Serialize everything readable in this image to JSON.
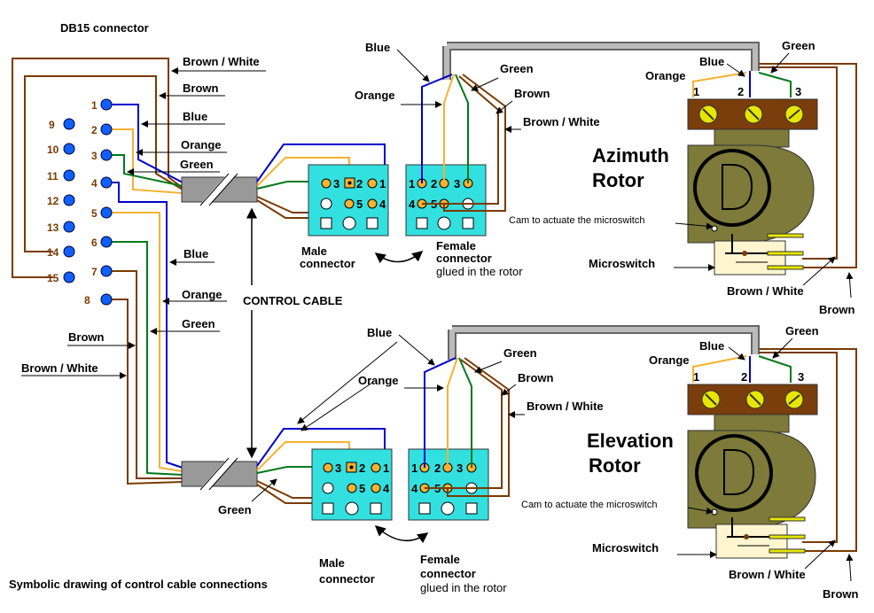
{
  "title": "DB15 connector",
  "caption": "Symbolic drawing of control cable connections",
  "control_cable_label": "CONTROL CABLE",
  "db15_pins": [
    "1",
    "2",
    "3",
    "4",
    "5",
    "6",
    "7",
    "8",
    "9",
    "10",
    "11",
    "12",
    "13",
    "14",
    "15"
  ],
  "wire_labels": {
    "brown_white": "Brown / White",
    "brown": "Brown",
    "blue": "Blue",
    "orange": "Orange",
    "green": "Green"
  },
  "terminal_numbers": [
    "1",
    "2",
    "3"
  ],
  "connector_pin_labels": {
    "p1": "1",
    "p2": "2",
    "p3": "3",
    "p4": "4",
    "p5": "5"
  },
  "male_connector": [
    "Male",
    "connector"
  ],
  "female_connector": [
    "Female",
    "connector",
    "glued in the rotor"
  ],
  "cam_label": "Cam to actuate the microswitch",
  "microswitch_label": "Microswitch",
  "azimuth": [
    "Azimuth",
    "Rotor"
  ],
  "elevation": [
    "Elevation",
    "Rotor"
  ],
  "colors": {
    "blue": "#0000cc",
    "orange": "#f5b233",
    "green": "#007a1a",
    "brown": "#7a3b00",
    "connector": "#33e0e0",
    "pin": "#1060ff",
    "rotor": "#7d7a3a",
    "terminal_block": "#7a3d0c",
    "screw": "#e6e600",
    "cable_gray": "#999999"
  }
}
